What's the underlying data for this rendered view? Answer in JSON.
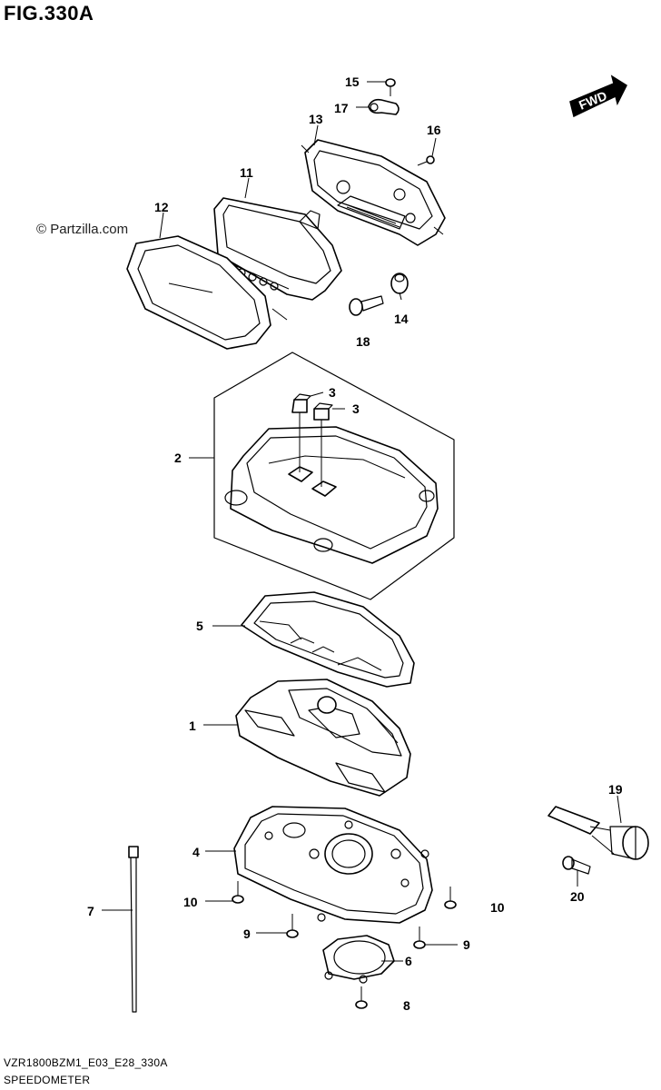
{
  "figure": {
    "title": "FIG.330A",
    "watermark": "© Partzilla.com",
    "fwd_label": "FWD",
    "footer_code": "VZR1800BZM1_E03_E28_330A",
    "footer_name": "SPEEDOMETER"
  },
  "callouts": {
    "c1": "1",
    "c2": "2",
    "c3a": "3",
    "c3b": "3",
    "c4": "4",
    "c5": "5",
    "c6": "6",
    "c7": "7",
    "c8": "8",
    "c9a": "9",
    "c9b": "9",
    "c10a": "10",
    "c10b": "10",
    "c11": "11",
    "c12": "12",
    "c13": "13",
    "c14": "14",
    "c15": "15",
    "c16": "16",
    "c17": "17",
    "c18": "18",
    "c19": "19",
    "c20": "20"
  }
}
